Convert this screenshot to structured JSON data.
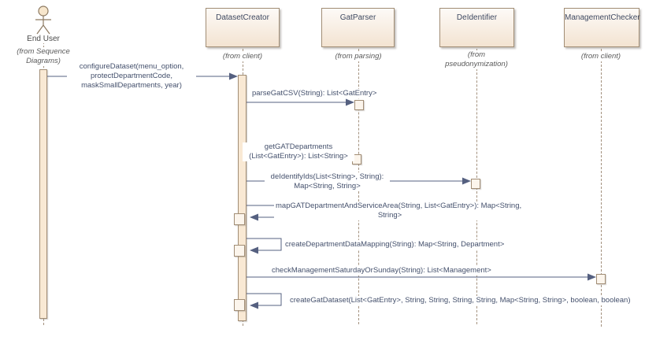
{
  "diagram_type": "uml-sequence-diagram",
  "actor": {
    "name": "End User",
    "from": "(from Sequence\nDiagrams)"
  },
  "lifelines": [
    {
      "name": "DatasetCreator",
      "from": "(from client)"
    },
    {
      "name": "GatParser",
      "from": "(from parsing)"
    },
    {
      "name": "DeIdentifier",
      "from": "(from\npseudonymization)"
    },
    {
      "name": "ManagementChecker",
      "from": "(from client)"
    }
  ],
  "messages": [
    {
      "label": "configureDataset(menu_option,\nprotectDepartmentCode,\nmaskSmallDepartments, year)",
      "from": "End User",
      "to": "DatasetCreator",
      "kind": "call"
    },
    {
      "label": "parseGatCSV(String): List<GatEntry>",
      "from": "DatasetCreator",
      "to": "GatParser",
      "kind": "call"
    },
    {
      "label": "getGATDepartments\n(List<GatEntry>): List<String>",
      "from": "DatasetCreator",
      "to": "GatParser",
      "kind": "call"
    },
    {
      "label": "deIdentifyIds(List<String>, String):\nMap<String, String>",
      "from": "DatasetCreator",
      "to": "DeIdentifier",
      "kind": "call"
    },
    {
      "label": "mapGATDepartmentAndServiceArea(String, List<GatEntry>): Map<String,\nString>",
      "from": "DatasetCreator",
      "to": "DatasetCreator",
      "kind": "self"
    },
    {
      "label": "createDepartmentDataMapping(String): Map<String, Department>",
      "from": "DatasetCreator",
      "to": "DatasetCreator",
      "kind": "self"
    },
    {
      "label": "checkManagementSaturdayOrSunday(String): List<Management>",
      "from": "DatasetCreator",
      "to": "ManagementChecker",
      "kind": "call"
    },
    {
      "label": "createGatDataset(List<GatEntry>, String, String, String, String, Map<String, String>, boolean, boolean)",
      "from": "DatasetCreator",
      "to": "DatasetCreator",
      "kind": "self"
    }
  ],
  "colors": {
    "box_fill_top": "#fdfaf7",
    "box_fill_bottom": "#f3e3d1",
    "box_border": "#a18d75",
    "activation_fill": "#f9e9d4",
    "message_line": "#556080",
    "message_text": "#44506c",
    "title_text": "#3f4a62",
    "stereotype_text": "#5a5a5a",
    "lifeline_dash": "#a3917e",
    "background": "#ffffff"
  }
}
